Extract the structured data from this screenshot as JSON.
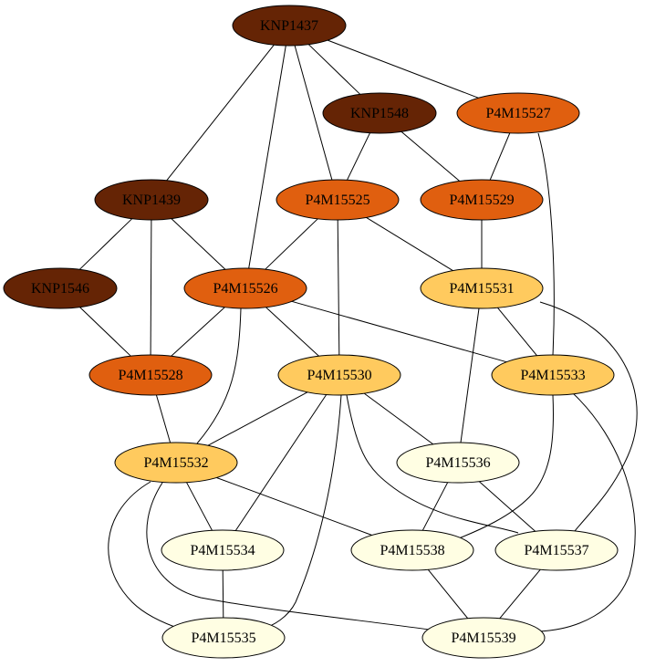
{
  "graph": {
    "nodes": [
      {
        "id": "KNP1437",
        "label": "KNP1437",
        "fill": "#652405"
      },
      {
        "id": "KNP1548",
        "label": "KNP1548",
        "fill": "#652405"
      },
      {
        "id": "P4M15527",
        "label": "P4M15527",
        "fill": "#E05F0F"
      },
      {
        "id": "KNP1439",
        "label": "KNP1439",
        "fill": "#652405"
      },
      {
        "id": "P4M15525",
        "label": "P4M15525",
        "fill": "#E05F0F"
      },
      {
        "id": "P4M15529",
        "label": "P4M15529",
        "fill": "#E05F0F"
      },
      {
        "id": "KNP1546",
        "label": "KNP1546",
        "fill": "#652405"
      },
      {
        "id": "P4M15526",
        "label": "P4M15526",
        "fill": "#E05F0F"
      },
      {
        "id": "P4M15531",
        "label": "P4M15531",
        "fill": "#FFCA5E"
      },
      {
        "id": "P4M15528",
        "label": "P4M15528",
        "fill": "#E05F0F"
      },
      {
        "id": "P4M15530",
        "label": "P4M15530",
        "fill": "#FFCA5E"
      },
      {
        "id": "P4M15533",
        "label": "P4M15533",
        "fill": "#FFCA5E"
      },
      {
        "id": "P4M15532",
        "label": "P4M15532",
        "fill": "#FFCA5E"
      },
      {
        "id": "P4M15536",
        "label": "P4M15536",
        "fill": "#FFFEE3"
      },
      {
        "id": "P4M15534",
        "label": "P4M15534",
        "fill": "#FFFEE3"
      },
      {
        "id": "P4M15538",
        "label": "P4M15538",
        "fill": "#FFFEE3"
      },
      {
        "id": "P4M15537",
        "label": "P4M15537",
        "fill": "#FFFEE3"
      },
      {
        "id": "P4M15535",
        "label": "P4M15535",
        "fill": "#FFFEE3"
      },
      {
        "id": "P4M15539",
        "label": "P4M15539",
        "fill": "#FFFEE3"
      }
    ],
    "edges": [
      [
        "KNP1437",
        "KNP1439"
      ],
      [
        "KNP1437",
        "P4M15526"
      ],
      [
        "KNP1437",
        "P4M15525"
      ],
      [
        "KNP1437",
        "KNP1548"
      ],
      [
        "KNP1437",
        "P4M15527"
      ],
      [
        "KNP1548",
        "P4M15525"
      ],
      [
        "KNP1548",
        "P4M15529"
      ],
      [
        "P4M15527",
        "P4M15529"
      ],
      [
        "P4M15527",
        "P4M15533"
      ],
      [
        "KNP1439",
        "KNP1546"
      ],
      [
        "KNP1439",
        "P4M15528"
      ],
      [
        "KNP1439",
        "P4M15526"
      ],
      [
        "P4M15525",
        "P4M15526"
      ],
      [
        "P4M15525",
        "P4M15530"
      ],
      [
        "P4M15525",
        "P4M15531"
      ],
      [
        "P4M15529",
        "P4M15531"
      ],
      [
        "KNP1546",
        "P4M15528"
      ],
      [
        "P4M15526",
        "P4M15528"
      ],
      [
        "P4M15526",
        "P4M15530"
      ],
      [
        "P4M15526",
        "P4M15533"
      ],
      [
        "P4M15526",
        "P4M15532"
      ],
      [
        "P4M15531",
        "P4M15533"
      ],
      [
        "P4M15531",
        "P4M15536"
      ],
      [
        "P4M15531",
        "P4M15537"
      ],
      [
        "P4M15528",
        "P4M15532"
      ],
      [
        "P4M15530",
        "P4M15532"
      ],
      [
        "P4M15530",
        "P4M15536"
      ],
      [
        "P4M15530",
        "P4M15534"
      ],
      [
        "P4M15530",
        "P4M15535"
      ],
      [
        "P4M15530",
        "P4M15537"
      ],
      [
        "P4M15533",
        "P4M15538"
      ],
      [
        "P4M15533",
        "P4M15539"
      ],
      [
        "P4M15532",
        "P4M15534"
      ],
      [
        "P4M15532",
        "P4M15538"
      ],
      [
        "P4M15532",
        "P4M15535"
      ],
      [
        "P4M15532",
        "P4M15539"
      ],
      [
        "P4M15536",
        "P4M15538"
      ],
      [
        "P4M15536",
        "P4M15537"
      ],
      [
        "P4M15534",
        "P4M15535"
      ],
      [
        "P4M15538",
        "P4M15539"
      ],
      [
        "P4M15537",
        "P4M15539"
      ]
    ]
  }
}
